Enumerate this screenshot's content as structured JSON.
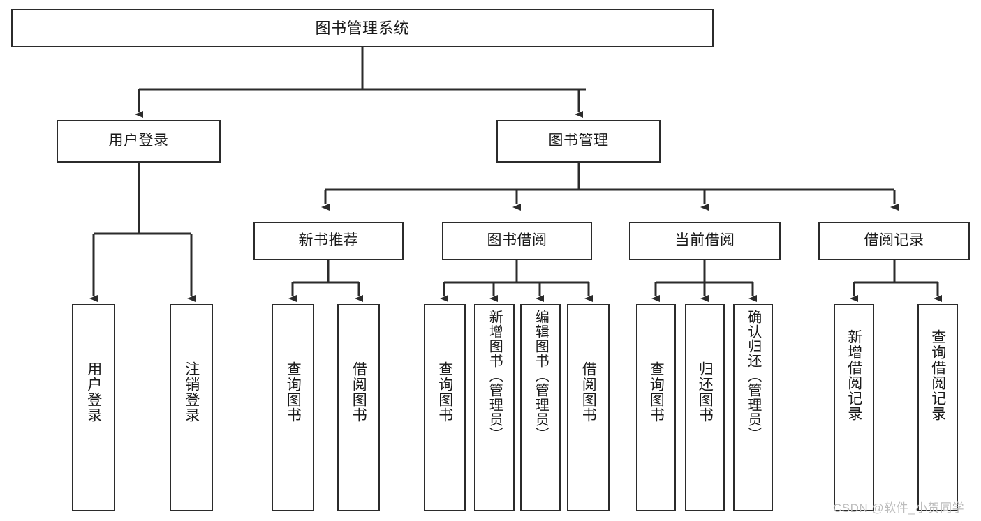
{
  "diagram": {
    "title": "图书管理系统",
    "type": "功能结构图",
    "line_color": "#2b2b2b",
    "box_fill": "#ffffff",
    "text_color": "#1a1a1a",
    "watermark": "CSDN @软件_小贺同学",
    "watermark_color": "#bdbdbd",
    "levels": [
      {
        "level": 1,
        "orientation": "horizontal"
      },
      {
        "level": 2,
        "orientation": "horizontal"
      },
      {
        "level": 3,
        "orientation": "horizontal"
      },
      {
        "level": 4,
        "orientation": "vertical"
      }
    ]
  },
  "nodes": {
    "root": {
      "label": "图书管理系统"
    },
    "level2": [
      {
        "id": "user-login",
        "label": "用户登录"
      },
      {
        "id": "book-management",
        "label": "图书管理"
      }
    ],
    "level3": [
      {
        "id": "new-book-recommend",
        "label": "新书推荐",
        "parent": "book-management"
      },
      {
        "id": "book-borrow",
        "label": "图书借阅",
        "parent": "book-management"
      },
      {
        "id": "current-borrow",
        "label": "当前借阅",
        "parent": "book-management"
      },
      {
        "id": "borrow-record",
        "label": "借阅记录",
        "parent": "book-management"
      }
    ],
    "leaves": [
      {
        "id": "leaf-user-login",
        "label": "用户登录",
        "parent": "user-login"
      },
      {
        "id": "leaf-logout-login",
        "label": "注销登录",
        "parent": "user-login"
      },
      {
        "id": "leaf-query-book-1",
        "label": "查询图书",
        "parent": "new-book-recommend"
      },
      {
        "id": "leaf-borrow-book-1",
        "label": "借阅图书",
        "parent": "new-book-recommend"
      },
      {
        "id": "leaf-query-book-2",
        "label": "查询图书",
        "parent": "book-borrow"
      },
      {
        "id": "leaf-add-book",
        "label": "新增图书（管理员）",
        "parent": "book-borrow"
      },
      {
        "id": "leaf-edit-book",
        "label": "编辑图书（管理员）",
        "parent": "book-borrow"
      },
      {
        "id": "leaf-borrow-book-2",
        "label": "借阅图书",
        "parent": "book-borrow"
      },
      {
        "id": "leaf-query-book-3",
        "label": "查询图书",
        "parent": "current-borrow"
      },
      {
        "id": "leaf-return-book",
        "label": "归还图书",
        "parent": "current-borrow"
      },
      {
        "id": "leaf-confirm-return",
        "label": "确认归还（管理员）",
        "parent": "current-borrow"
      },
      {
        "id": "leaf-add-record",
        "label": "新增借阅记录",
        "parent": "borrow-record"
      },
      {
        "id": "leaf-query-record",
        "label": "查询借阅记录",
        "parent": "borrow-record"
      }
    ]
  }
}
